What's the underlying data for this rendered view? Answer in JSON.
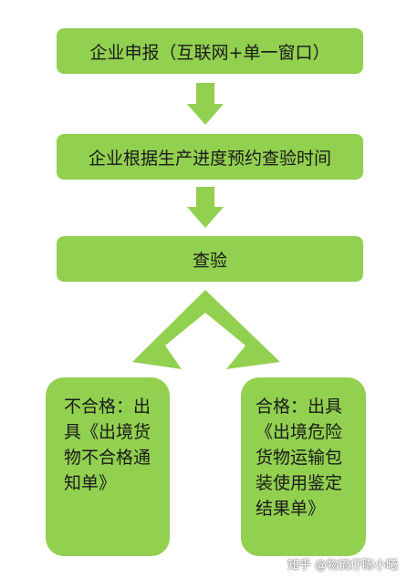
{
  "diagram": {
    "step1": "企业申报（互联网+单一窗口）",
    "step2": "企业根据生产进度预约查验时间",
    "step3": "查验",
    "result_fail": "不合格：出具《出境货物不合格通知单》",
    "result_pass": "合格：出具《出境危险货物运输包装使用鉴定结果单》"
  },
  "colors": {
    "box": "#92d050",
    "arrow": "#92d050"
  },
  "watermark": "知乎 @物流仔陈小曦"
}
